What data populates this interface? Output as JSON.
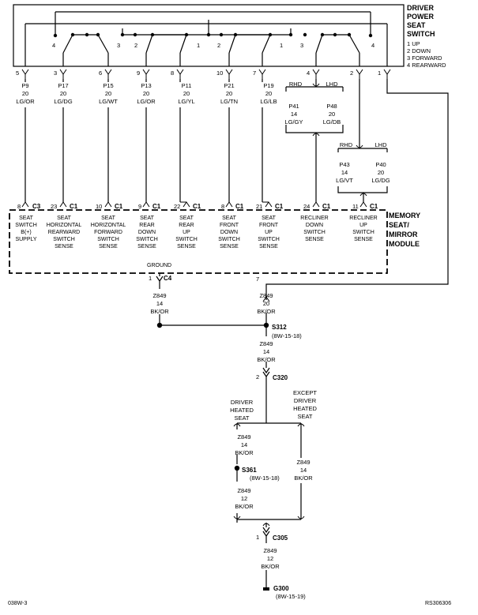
{
  "switch": {
    "title": [
      "DRIVER",
      "POWER",
      "SEAT",
      "SWITCH"
    ],
    "legend": [
      "1 UP",
      "2 DOWN",
      "3 FORWARD",
      "4 REARWARD"
    ],
    "contact_labels": [
      "4",
      "3",
      "2",
      "1",
      "2",
      "1",
      "3",
      "4"
    ]
  },
  "switch_pins": [
    "5",
    "3",
    "6",
    "9",
    "8",
    "10",
    "7",
    "4",
    "2",
    "1"
  ],
  "wires": [
    {
      "circuit": "P9",
      "gauge": "20",
      "color": "LG/OR"
    },
    {
      "circuit": "P17",
      "gauge": "20",
      "color": "LG/DG"
    },
    {
      "circuit": "P15",
      "gauge": "20",
      "color": "LG/WT"
    },
    {
      "circuit": "P13",
      "gauge": "20",
      "color": "LG/OR"
    },
    {
      "circuit": "P11",
      "gauge": "20",
      "color": "LG/YL"
    },
    {
      "circuit": "P21",
      "gauge": "20",
      "color": "LG/TN"
    },
    {
      "circuit": "P19",
      "gauge": "20",
      "color": "LG/LB"
    }
  ],
  "recliner_down_split": {
    "rhd_label": "RHD",
    "lhd_label": "LHD",
    "rhd": {
      "circuit": "P41",
      "gauge": "14",
      "color": "LG/GY"
    },
    "lhd": {
      "circuit": "P48",
      "gauge": "20",
      "color": "LG/DB"
    }
  },
  "recliner_up_split": {
    "rhd_label": "RHD",
    "lhd_label": "LHD",
    "rhd": {
      "circuit": "P43",
      "gauge": "14",
      "color": "LG/VT"
    },
    "lhd": {
      "circuit": "P40",
      "gauge": "20",
      "color": "LG/DG"
    }
  },
  "module": {
    "title": [
      "MEMORY",
      "SEAT/",
      "MIRROR",
      "MODULE"
    ],
    "ground_label": "GROUND",
    "ground_pin": "1",
    "ground_conn": "C4",
    "pins": [
      {
        "pin": "8",
        "conn": "C3",
        "label": [
          "SEAT",
          "SWITCH",
          "B(+)",
          "SUPPLY"
        ]
      },
      {
        "pin": "23",
        "conn": "C1",
        "label": [
          "SEAT",
          "HORIZONTAL",
          "REARWARD",
          "SWITCH",
          "SENSE"
        ]
      },
      {
        "pin": "10",
        "conn": "C1",
        "label": [
          "SEAT",
          "HORIZONTAL",
          "FORWARD",
          "SWITCH",
          "SENSE"
        ]
      },
      {
        "pin": "9",
        "conn": "C1",
        "label": [
          "SEAT",
          "REAR",
          "DOWN",
          "SWITCH",
          "SENSE"
        ]
      },
      {
        "pin": "22",
        "conn": "C1",
        "label": [
          "SEAT",
          "REAR",
          "UP",
          "SWITCH",
          "SENSE"
        ]
      },
      {
        "pin": "8",
        "conn": "C1",
        "label": [
          "SEAT",
          "FRONT",
          "DOWN",
          "SWITCH",
          "SENSE"
        ]
      },
      {
        "pin": "21",
        "conn": "C1",
        "label": [
          "SEAT",
          "FRONT",
          "UP",
          "SWITCH",
          "SENSE"
        ]
      },
      {
        "pin": "24",
        "conn": "C1",
        "label": [
          "RECLINER",
          "DOWN",
          "SWITCH",
          "SENSE"
        ]
      },
      {
        "pin": "11",
        "conn": "C1",
        "label": [
          "RECLINER",
          "UP",
          "SWITCH",
          "SENSE"
        ]
      }
    ]
  },
  "ground": {
    "module_wire": {
      "circuit": "Z849",
      "gauge": "14",
      "color": "BK/OR"
    },
    "switch_wire": {
      "circuit": "Z849",
      "gauge": "20",
      "color": "BK/OR"
    },
    "switch_pin": "7",
    "splice1": {
      "name": "S312",
      "ref": "(8W-15-18)"
    },
    "after_splice1": {
      "circuit": "Z849",
      "gauge": "14",
      "color": "BK/OR"
    },
    "c320": {
      "pin": "2",
      "name": "C320"
    },
    "branch_driver": [
      "DRIVER",
      "HEATED",
      "SEAT"
    ],
    "branch_except": [
      "EXCEPT",
      "DRIVER",
      "HEATED",
      "SEAT"
    ],
    "driver_wire": {
      "circuit": "Z849",
      "gauge": "14",
      "color": "BK/OR"
    },
    "except_wire": {
      "circuit": "Z849",
      "gauge": "14",
      "color": "BK/OR"
    },
    "splice2": {
      "name": "S361",
      "ref": "(8W-15-18)"
    },
    "after_splice2": {
      "circuit": "Z849",
      "gauge": "12",
      "color": "BK/OR"
    },
    "c305": {
      "pin": "1",
      "name": "C305"
    },
    "final_wire": {
      "circuit": "Z849",
      "gauge": "12",
      "color": "BK/OR"
    },
    "g300": {
      "name": "G300",
      "ref": "(8W-15-19)"
    }
  },
  "footer": {
    "left": "038W-3",
    "right": "RS306306"
  }
}
